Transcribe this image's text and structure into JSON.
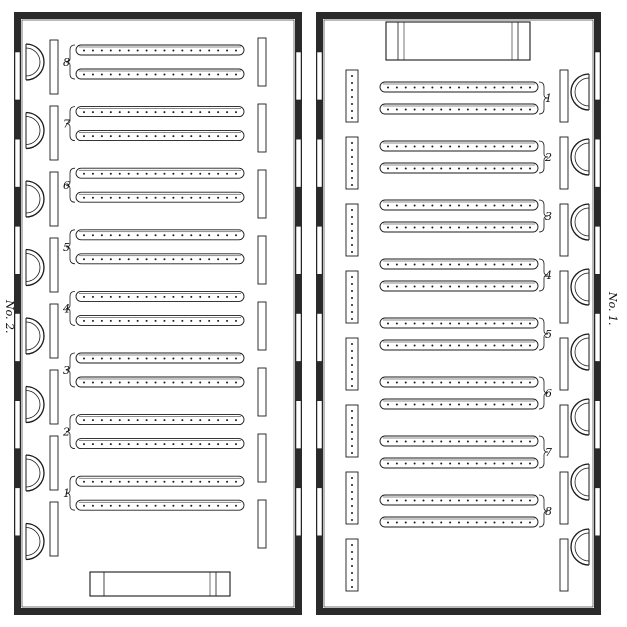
{
  "plans": [
    {
      "id": "left",
      "caption": "No. 2.",
      "row_labels": [
        "8",
        "7",
        "6",
        "5",
        "4",
        "3",
        "2",
        "1"
      ]
    },
    {
      "id": "right",
      "caption": "No. 1.",
      "row_labels": [
        "1",
        "2",
        "3",
        "4",
        "5",
        "6",
        "7",
        "8"
      ]
    }
  ],
  "colors": {
    "ink": "#1a1a1a",
    "wall": "#2a2a2a",
    "paper": "#ffffff"
  }
}
